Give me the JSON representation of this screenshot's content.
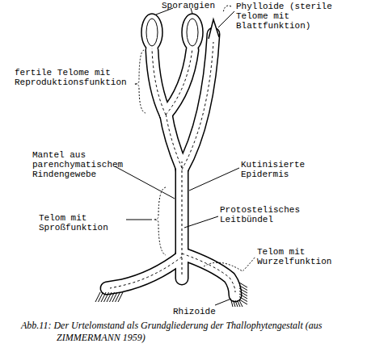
{
  "diagram": {
    "caption": "Abb.11: Der Urtelomstand als Grundgliederung der Thallophytengestalt (aus ZIMMERMANN 1959)",
    "labels": [
      "Sporangien",
      "Phylloide (sterile Telome mit Blattfunktion)",
      "fertile Telome mit Reproduktionsfunktion",
      "Mantel aus parenchymatischem Rindengewebe",
      "Kutinisierte Epidermis",
      "Telom mit Sproßfunktion",
      "Protostelisches Leitbündel",
      "Telom mit Wurzelfunktion",
      "Rhizoide"
    ]
  }
}
